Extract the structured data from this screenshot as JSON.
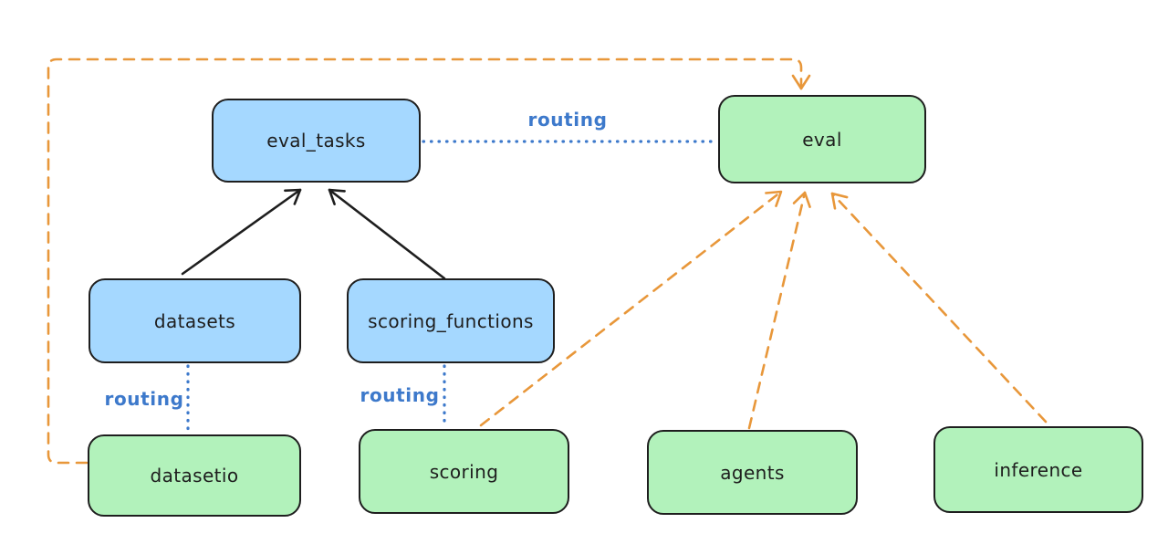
{
  "diagram": {
    "nodes": {
      "eval_tasks": {
        "label": "eval_tasks",
        "fill": "blue"
      },
      "eval": {
        "label": "eval",
        "fill": "green"
      },
      "datasets": {
        "label": "datasets",
        "fill": "blue"
      },
      "scoring_functions": {
        "label": "scoring_functions",
        "fill": "blue"
      },
      "datasetio": {
        "label": "datasetio",
        "fill": "green"
      },
      "scoring": {
        "label": "scoring",
        "fill": "green"
      },
      "agents": {
        "label": "agents",
        "fill": "green"
      },
      "inference": {
        "label": "inference",
        "fill": "green"
      }
    },
    "edge_labels": {
      "eval_tasks_eval": "routing",
      "datasets_datasetio": "routing",
      "scoring_functions_scoring": "routing"
    },
    "edges": [
      {
        "from": "datasets",
        "to": "eval_tasks",
        "style": "solid-black-arrow"
      },
      {
        "from": "scoring_functions",
        "to": "eval_tasks",
        "style": "solid-black-arrow"
      },
      {
        "from": "eval_tasks",
        "to": "eval",
        "style": "dotted-blue",
        "label": "routing"
      },
      {
        "from": "datasets",
        "to": "datasetio",
        "style": "dotted-blue",
        "label": "routing"
      },
      {
        "from": "scoring_functions",
        "to": "scoring",
        "style": "dotted-blue",
        "label": "routing"
      },
      {
        "from": "datasetio",
        "to": "eval",
        "style": "dashed-orange-arrow"
      },
      {
        "from": "scoring",
        "to": "eval",
        "style": "dashed-orange-arrow"
      },
      {
        "from": "agents",
        "to": "eval",
        "style": "dashed-orange-arrow"
      },
      {
        "from": "inference",
        "to": "eval",
        "style": "dashed-orange-arrow"
      }
    ]
  },
  "colors": {
    "bg": "#ffffff",
    "stroke": "#1e1e1e",
    "blue-fill": "#a5d8ff",
    "green-fill": "#b2f2bb",
    "orange": "#e8973a",
    "routing-blue": "#3d79cb"
  }
}
